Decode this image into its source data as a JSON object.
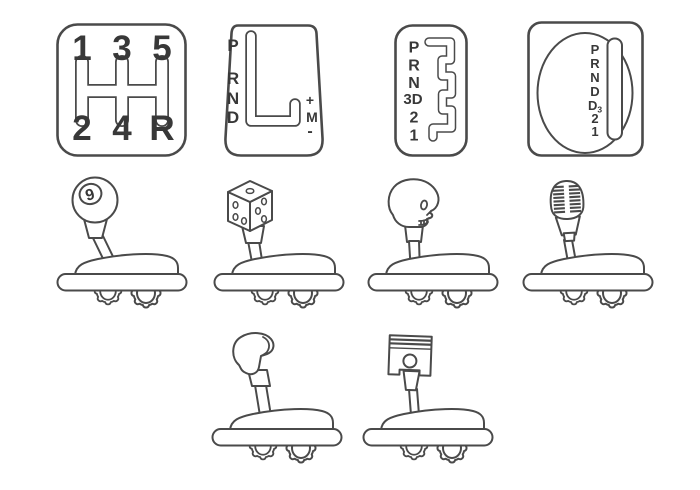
{
  "colors": {
    "line": "#4a4a4a",
    "label": "#383838",
    "background": "#ffffff",
    "knob_stripe": "#4a4a4a"
  },
  "plates": [
    {
      "id": "five-speed-manual-pattern",
      "top_row": [
        "1",
        "3",
        "5"
      ],
      "bottom_row": [
        "2",
        "4",
        "R"
      ]
    },
    {
      "id": "automatic-gate-pattern",
      "gears": [
        "P",
        "R",
        "N",
        "D"
      ],
      "mode": {
        "plus": "+",
        "manual": "M",
        "minus": "-"
      }
    },
    {
      "id": "automatic-zigzag-pattern",
      "gears": [
        "P",
        "R",
        "N",
        "3D",
        "2",
        "1"
      ]
    },
    {
      "id": "automatic-oval-pattern",
      "gears": [
        "P",
        "R",
        "N",
        "D",
        "D",
        "2",
        "1"
      ],
      "d3_subscript": "3"
    }
  ],
  "shifters": [
    {
      "id": "nine-ball-shifter",
      "knob": "nine-ball",
      "ball_number": "9"
    },
    {
      "id": "dice-shifter",
      "knob": "dice"
    },
    {
      "id": "skull-shifter",
      "knob": "skull"
    },
    {
      "id": "microphone-shifter",
      "knob": "microphone"
    },
    {
      "id": "boxing-glove-shifter",
      "knob": "boxing-glove"
    },
    {
      "id": "piston-shifter",
      "knob": "piston"
    }
  ]
}
